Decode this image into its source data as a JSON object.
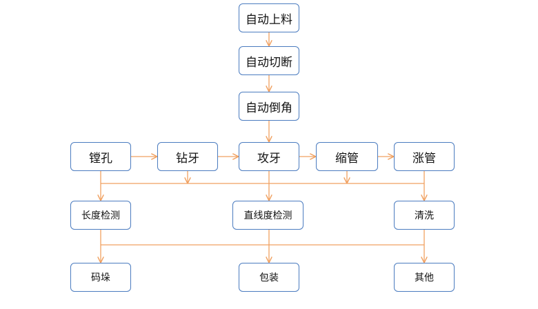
{
  "colors": {
    "node_border": "#4a7bbf",
    "connector": "#f0a060",
    "text": "#111111"
  },
  "nodes": {
    "auto_feed": "自动上料",
    "auto_cut": "自动切断",
    "auto_chamfer": "自动倒角",
    "boring": "镗孔",
    "drilling": "钻牙",
    "tapping": "攻牙",
    "tube_shrink": "缩管",
    "tube_expand": "涨管",
    "length_inspection": "长度检测",
    "straightness_inspection": "直线度检测",
    "cleaning": "清洗",
    "stacking": "码垛",
    "packaging": "包装",
    "other": "其他"
  }
}
